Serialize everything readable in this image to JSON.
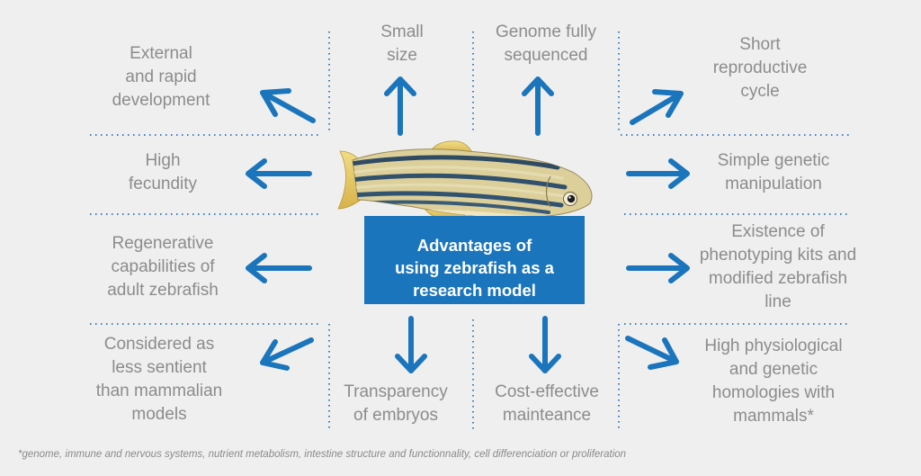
{
  "center": {
    "title": "Advantages of\nusing zebrafish as a\nresearch model"
  },
  "advantages": {
    "external_development": "External\nand rapid\ndevelopment",
    "small_size": "Small\nsize",
    "genome_sequenced": "Genome fully\nsequenced",
    "short_cycle": "Short\nreproductive\ncycle",
    "high_fecundity": "High\nfecundity",
    "simple_genetic": "Simple genetic\nmanipulation",
    "regenerative": "Regenerative\ncapabilities of\nadult zebrafish",
    "phenotyping_kits": "Existence of\nphenotyping kits and\nmodified zebrafish\nline",
    "less_sentient": "Considered as\nless sentient\nthan mammalian\nmodels",
    "transparency": "Transparency\nof embryos",
    "cost_effective": "Cost-effective\nmainteance",
    "homologies": "High physiological\nand genetic\nhomologies with\nmammals*"
  },
  "footnote": "*genome, immune and nervous systems, nutrient metabolism, intestine structure and functionnality, cell differenciation or proliferation",
  "colors": {
    "arrow": "#1b75bc",
    "box": "#1b75bc",
    "text": "#8c8c8c",
    "dots": "#3a7fc0",
    "background": "#efefef"
  }
}
